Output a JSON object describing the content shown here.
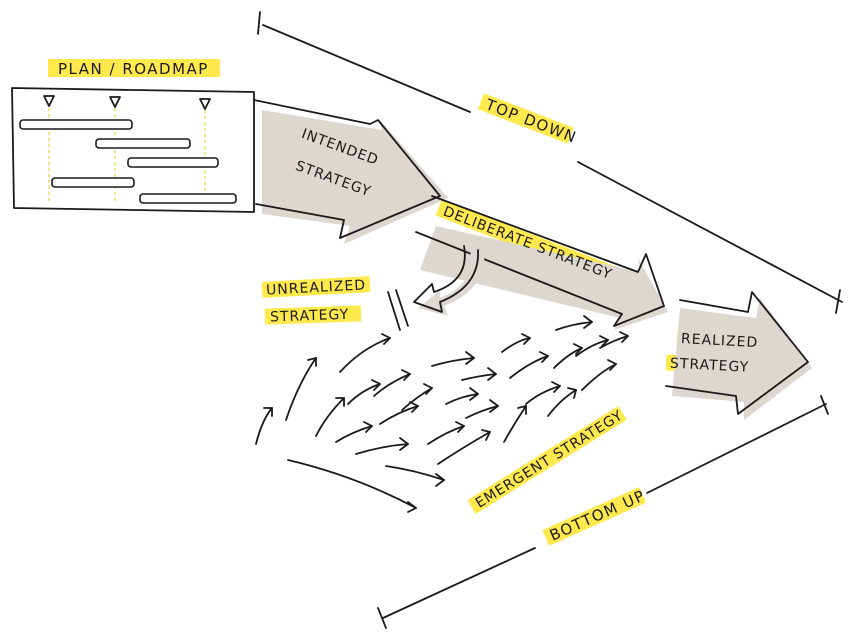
{
  "labels": {
    "plan_roadmap": "PLAN / ROADMAP",
    "top_down": "TOP DOWN",
    "intended_1": "INTENDED",
    "intended_2": "STRATEGY",
    "deliberate": "DELIBERATE STRATEGY",
    "unrealized_1": "UNREALIZED",
    "unrealized_2": "STRATEGY",
    "realized_1": "REALIZED",
    "realized_2": "STRATEGY",
    "emergent": "EMERGENT STRATEGY",
    "bottom_up": "BOTTOM UP"
  },
  "colors": {
    "highlight": "#ffe94d",
    "ink": "#1a1a1a",
    "shadow": "#ddd8cf"
  }
}
